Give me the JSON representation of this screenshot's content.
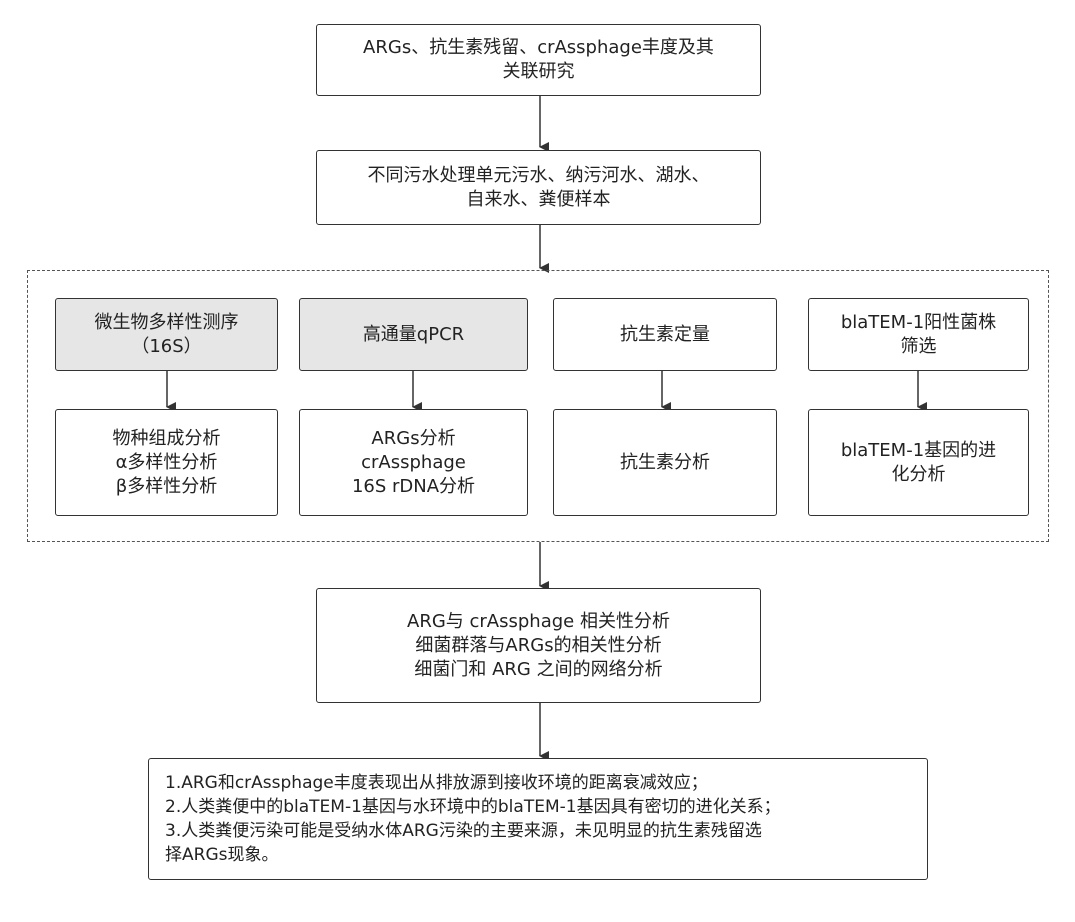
{
  "top_box": {
    "line1": "ARGs、抗生素残留、crAssphage丰度及其",
    "line2": "关联研究"
  },
  "samples_box": {
    "line1": "不同污水处理单元污水、纳污河水、湖水、",
    "line2": "自来水、粪便样本"
  },
  "methods": [
    {
      "line1": "微生物多样性测序",
      "line2": "（16S）"
    },
    {
      "line1": "高通量qPCR"
    },
    {
      "line1": "抗生素定量"
    },
    {
      "line1": "blaTEM-1阳性菌株",
      "line2": "筛选"
    }
  ],
  "analyses": [
    {
      "line1": "物种组成分析",
      "line2": "α多样性分析",
      "line3": "β多样性分析"
    },
    {
      "line1": "ARGs分析",
      "line2": "crAssphage",
      "line3": "16S rDNA分析"
    },
    {
      "line1": "抗生素分析"
    },
    {
      "line1": "blaTEM-1基因的进",
      "line2": "化分析"
    }
  ],
  "correlation_box": {
    "line1": "ARG与 crAssphage 相关性分析",
    "line2": "细菌群落与ARGs的相关性分析",
    "line3": "细菌门和 ARG 之间的网络分析"
  },
  "conclusions": [
    "1.ARG和crAssphage丰度表现出从排放源到接收环境的距离衰减效应；",
    "2.人类粪便中的blaTEM-1基因与水环境中的blaTEM-1基因具有密切的进化关系；",
    "3.人类粪便污染可能是受纳水体ARG污染的主要来源，未见明显的抗生素残留选",
    "择ARGs现象。"
  ],
  "colors": {
    "border": "#333333",
    "method_fill": "#e6e6e6",
    "arrow": "#333333"
  }
}
